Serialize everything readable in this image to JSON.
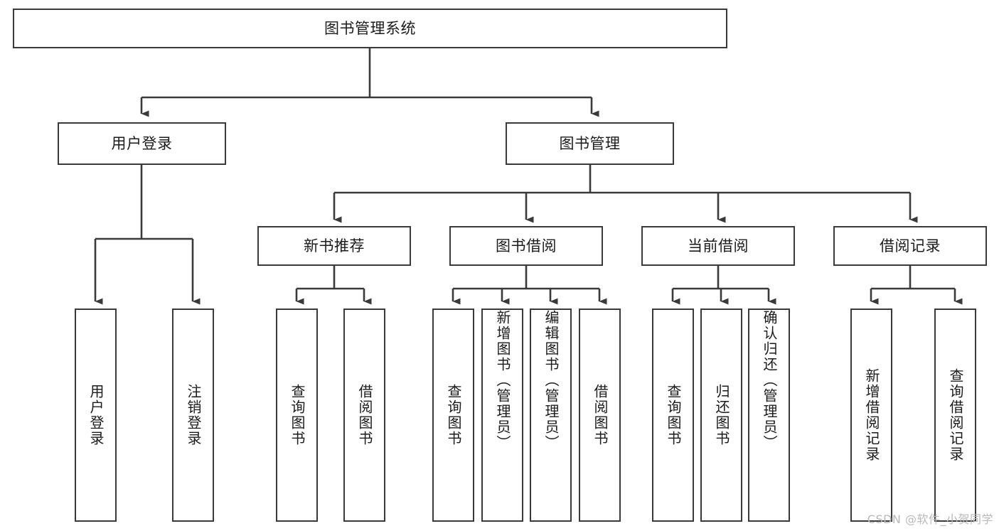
{
  "diagram": {
    "title": "图书管理系统",
    "watermark": "CSDN @软件_小贺同学",
    "type": "tree-hierarchy-diagram",
    "colors": {
      "box_border": "#3a3a3a",
      "box_fill": "#ffffff",
      "connector": "#3a3a3a",
      "text": "#1b1b1b",
      "watermark": "#b8b8b8"
    },
    "levels": {
      "level1": [
        {
          "id": "root",
          "label": "图书管理系统"
        }
      ],
      "level2": [
        {
          "id": "user-login",
          "label": "用户登录",
          "parent": "root"
        },
        {
          "id": "book-management",
          "label": "图书管理",
          "parent": "root"
        }
      ],
      "level3": [
        {
          "id": "new-book-recommend",
          "label": "新书推荐",
          "parent": "book-management"
        },
        {
          "id": "book-borrow",
          "label": "图书借阅",
          "parent": "book-management"
        },
        {
          "id": "current-borrow",
          "label": "当前借阅",
          "parent": "book-management"
        },
        {
          "id": "borrow-record",
          "label": "借阅记录",
          "parent": "book-management"
        }
      ],
      "level4": [
        {
          "id": "leaf-user-login",
          "label": "用户登录",
          "parent": "user-login"
        },
        {
          "id": "leaf-user-logout",
          "label": "注销登录",
          "parent": "user-login"
        },
        {
          "id": "leaf-query-book-1",
          "label": "查询图书",
          "parent": "new-book-recommend"
        },
        {
          "id": "leaf-borrow-book-1",
          "label": "借阅图书",
          "parent": "new-book-recommend"
        },
        {
          "id": "leaf-query-book-2",
          "label": "查询图书",
          "parent": "book-borrow"
        },
        {
          "id": "leaf-add-book",
          "label": "新增图书（管理员）",
          "parent": "book-borrow"
        },
        {
          "id": "leaf-edit-book",
          "label": "编辑图书（管理员）",
          "parent": "book-borrow"
        },
        {
          "id": "leaf-borrow-book-2",
          "label": "借阅图书",
          "parent": "book-borrow"
        },
        {
          "id": "leaf-query-book-3",
          "label": "查询图书",
          "parent": "current-borrow"
        },
        {
          "id": "leaf-return-book",
          "label": "归还图书",
          "parent": "current-borrow"
        },
        {
          "id": "leaf-confirm-return",
          "label": "确认归还（管理员）",
          "parent": "current-borrow"
        },
        {
          "id": "leaf-add-record",
          "label": "新增借阅记录",
          "parent": "borrow-record"
        },
        {
          "id": "leaf-query-record",
          "label": "查询借阅记录",
          "parent": "borrow-record"
        }
      ]
    }
  }
}
